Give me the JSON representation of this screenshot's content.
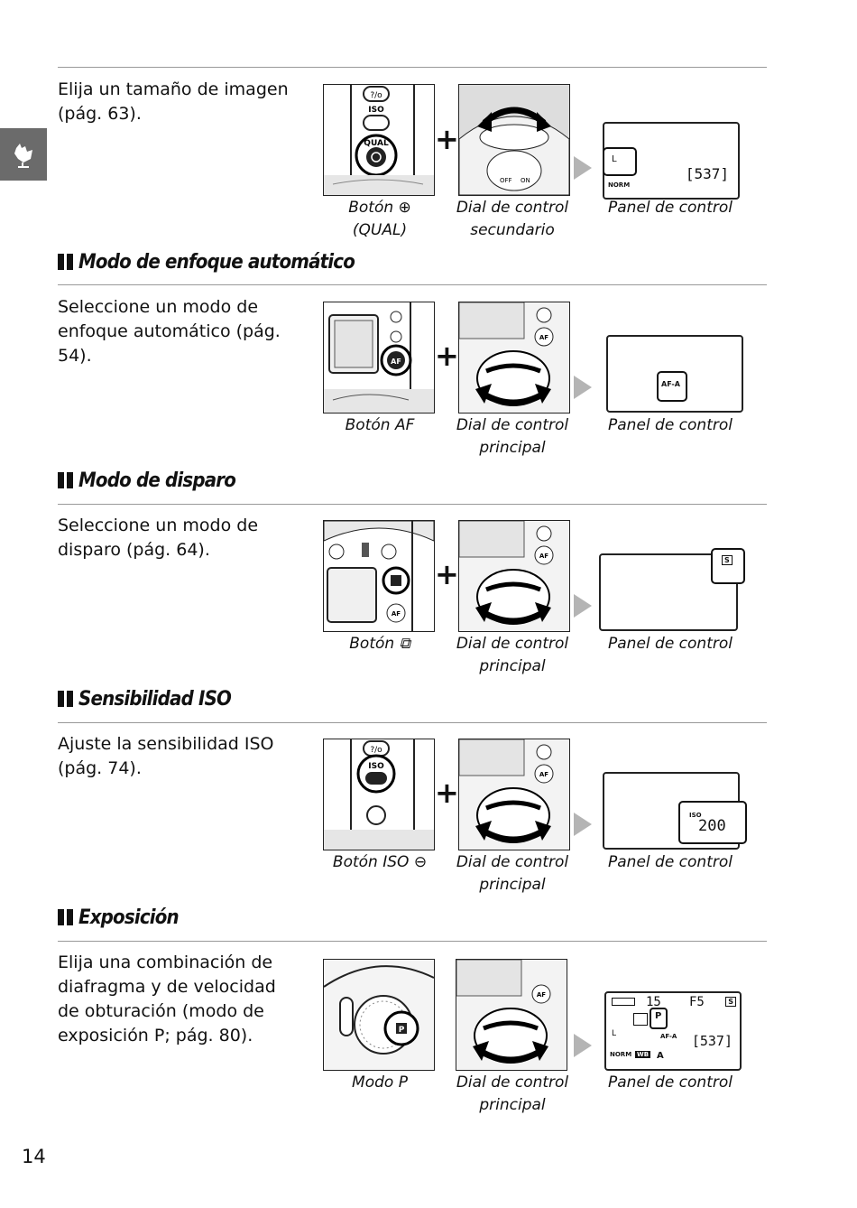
{
  "page_number": "14",
  "sections": [
    {
      "heading": "",
      "description": "Elija un tamaño de imagen (pág. 63).",
      "captions": [
        "Botón ⊕ (QUAL)",
        "Dial de control secundario",
        "Panel de control"
      ],
      "panel": {
        "lcd_count": "[537]",
        "quality": "NORM",
        "size_symbol": "L"
      }
    },
    {
      "heading": "Modo de enfoque automático",
      "description": "Seleccione un modo de enfoque automático (pág. 54).",
      "captions": [
        "Botón AF",
        "Dial de control principal",
        "Panel de control"
      ],
      "panel": {
        "af_mode": "AF-A"
      }
    },
    {
      "heading": "Modo de disparo",
      "description": "Seleccione un modo de disparo (pág. 64).",
      "captions": [
        "Botón ⧉",
        "Dial de control principal",
        "Panel de control"
      ],
      "panel": {
        "release_mode": "S"
      }
    },
    {
      "heading": "Sensibilidad ISO",
      "description": "Ajuste la sensibilidad ISO (pág. 74).",
      "captions": [
        "Botón ISO ⊖",
        "Dial de control principal",
        "Panel de control"
      ],
      "panel": {
        "iso_label": "ISO",
        "iso_value": "200"
      }
    },
    {
      "heading": "Exposición",
      "description": "Elija una combinación de diafragma y de velocidad de obturación (modo de exposición P; pág. 80).",
      "captions": [
        "Modo P",
        "Dial de control principal",
        "Panel de control"
      ],
      "panel": {
        "shutter": "15",
        "aperture": "F5",
        "count": "[537]",
        "af_mode": "AF-A",
        "quality": "NORM",
        "wb": "WB",
        "wb_value": "A",
        "mode": "P",
        "release": "S",
        "size": "L"
      }
    }
  ],
  "button_labels": {
    "iso": "ISO",
    "qual": "QUAL",
    "af": "AF",
    "on": "ON",
    "off": "OFF"
  }
}
